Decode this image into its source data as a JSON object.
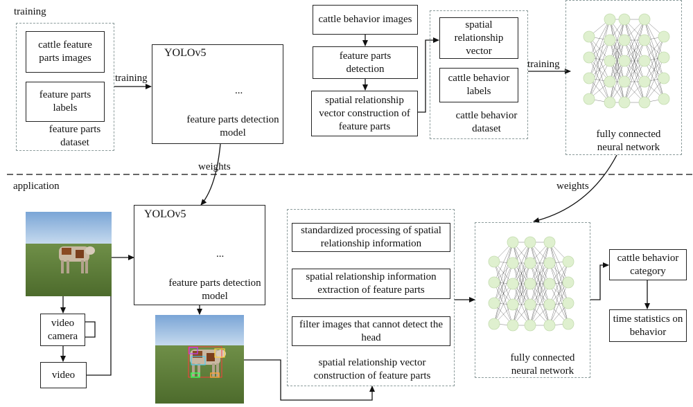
{
  "sections": {
    "training": "training",
    "application": "application"
  },
  "training": {
    "dataset_box": {
      "images": "cattle feature parts images",
      "labels": "feature parts labels",
      "caption": "feature parts dataset"
    },
    "edge_training_1": "training",
    "yolo": {
      "title": "YOLOv5",
      "caption": "feature parts detection model",
      "ellipsis": "..."
    },
    "edge_weights_1": "weights",
    "pipeline": {
      "step1": "cattle behavior images",
      "step2": "feature parts detection",
      "step3": "spatial relationship vector construction of feature parts"
    },
    "behavior_dataset": {
      "vector": "spatial relationship vector",
      "labels": "cattle behavior labels",
      "caption": "cattle behavior dataset"
    },
    "edge_training_2": "training",
    "nn_caption": "fully connected neural network"
  },
  "application": {
    "edge_weights_2": "weights",
    "yolo": {
      "title": "YOLOv5",
      "caption": "feature parts detection model",
      "ellipsis": "..."
    },
    "video_camera": "video camera",
    "video": "video",
    "processing": {
      "step1": "standardized processing of spatial relationship information",
      "step2": "spatial relationship information extraction of feature parts",
      "step3": "filter images that cannot detect the head",
      "caption": "spatial relationship vector construction of feature parts"
    },
    "nn_caption": "fully connected neural network",
    "output": {
      "category": "cattle behavior category",
      "statistics": "time statistics on behavior"
    }
  }
}
